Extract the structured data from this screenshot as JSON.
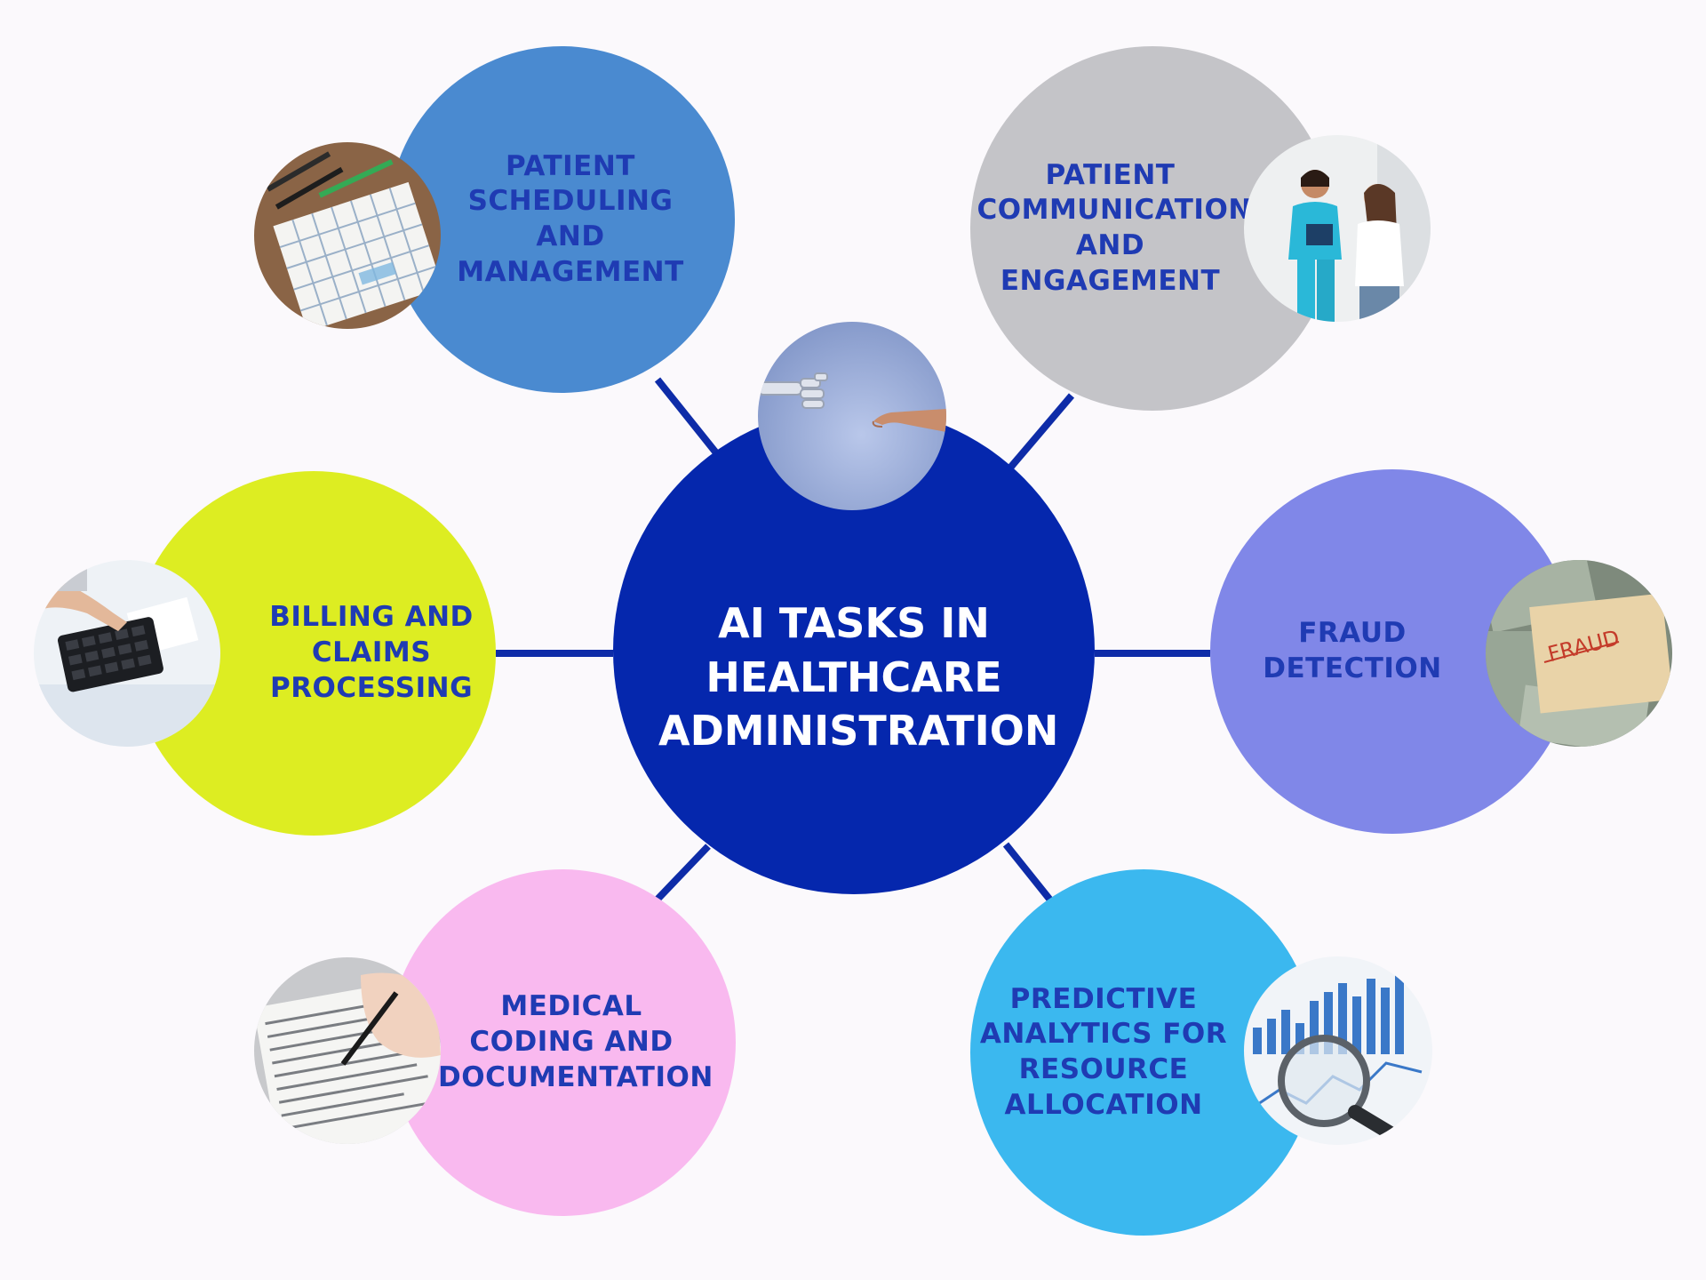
{
  "center": {
    "title": "AI TASKS IN HEALTHCARE ADMINISTRATION",
    "color": "#0527ad"
  },
  "connector_color": "#0e2ca8",
  "label_color": "#1f3bb3",
  "nodes": [
    {
      "id": "patient-scheduling",
      "label": "PATIENT SCHEDULING AND MANAGEMENT",
      "color": "#4a8ad0",
      "photo_icon": "calendar-planner-icon"
    },
    {
      "id": "patient-communication",
      "label": "PATIENT COMMUNICATION AND ENGAGEMENT",
      "color": "#c4c4c8",
      "photo_icon": "nurse-patient-icon"
    },
    {
      "id": "billing-claims",
      "label": "BILLING AND CLAIMS PROCESSING",
      "color": "#dded22",
      "photo_icon": "calculator-icon"
    },
    {
      "id": "fraud-detection",
      "label": "FRAUD DETECTION",
      "color": "#8087e8",
      "photo_icon": "fraud-envelope-icon"
    },
    {
      "id": "medical-coding",
      "label": "MEDICAL CODING AND DOCUMENTATION",
      "color": "#f9b9ef",
      "photo_icon": "form-writing-icon"
    },
    {
      "id": "predictive-analytics",
      "label": "PREDICTIVE ANALYTICS FOR RESOURCE ALLOCATION",
      "color": "#3bb8ef",
      "photo_icon": "magnifier-chart-icon"
    }
  ],
  "center_photo_icon": "robot-human-hands-icon"
}
